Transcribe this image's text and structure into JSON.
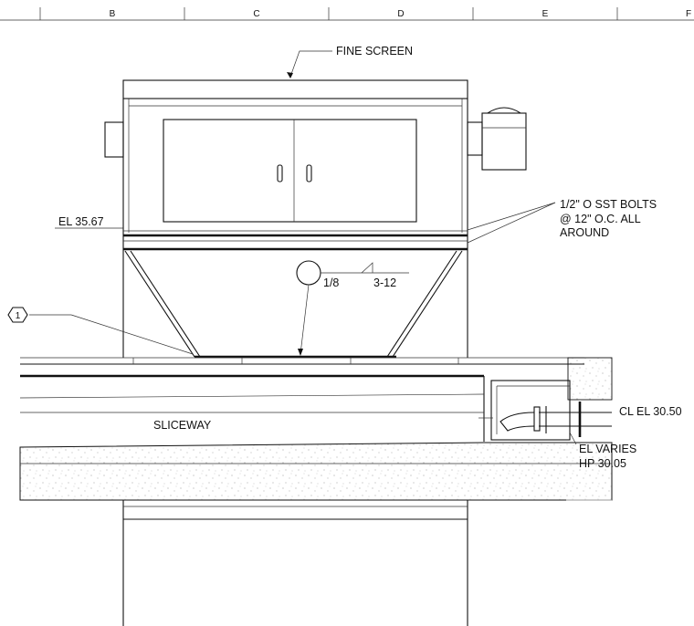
{
  "grid_columns": [
    "B",
    "C",
    "D",
    "E",
    "F"
  ],
  "labels": {
    "fine_screen": "FINE SCREEN",
    "bolts_line1": "1/2\" O SST BOLTS",
    "bolts_line2": "@ 12\" O.C. ALL",
    "bolts_line3": "AROUND",
    "el_top": "EL 35.67",
    "weld_left": "1/8",
    "weld_right": "3-12",
    "callout_tag": "1",
    "sliceway": "SLICEWAY",
    "cl_el": "CL EL 30.50",
    "el_varies": "EL VARIES",
    "hp": "HP 30.05"
  }
}
